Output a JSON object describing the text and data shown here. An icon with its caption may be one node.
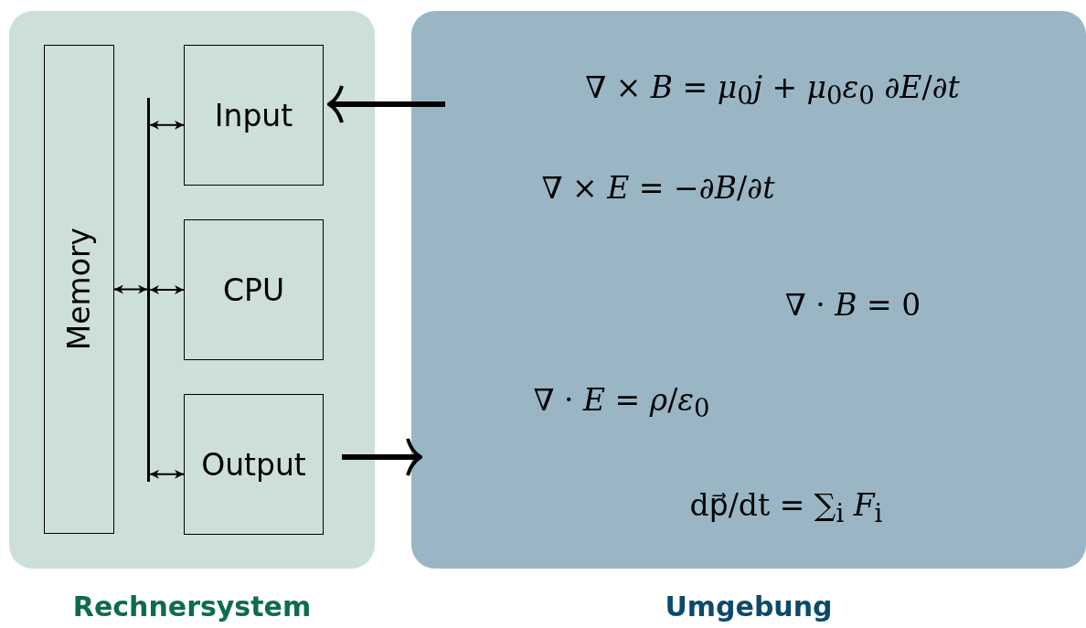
{
  "diagram": {
    "nodes": [
      {
        "text": [
          "Rechnersystem"
        ]
      },
      {
        "text": [
          "Umgebung"
        ]
      },
      {
        "text": [
          "Memory"
        ],
        "in": 0
      },
      {
        "text": [],
        "shape": "bar",
        "in": 0
      },
      {
        "text": [
          "Input"
        ],
        "in": 0
      },
      {
        "text": [
          "CPU"
        ],
        "in": 0
      },
      {
        "text": [
          "Output"
        ],
        "in": 0
      }
    ],
    "edges": [
      {
        "from": 2,
        "to": 3,
        "arrow": "both"
      },
      {
        "from": 3,
        "to": 4,
        "arrow": "both"
      },
      {
        "from": 3,
        "to": 5,
        "arrow": "both"
      },
      {
        "from": 3,
        "to": 6,
        "arrow": "both"
      },
      {
        "from": 1,
        "to": 4,
        "arrow": "to",
        "style": "thick"
      },
      {
        "from": 6,
        "to": 1,
        "arrow": "to",
        "style": "thick"
      }
    ],
    "labels": [
      "∇ × *B* = *μ*$_{0}$*j* + *μ*$_{0}$*ε*$_{0}$ ∂*E*/∂*t*",
      "∇ × *E* = −∂*B*/∂*t*",
      "∇ · *B* = 0",
      "∇ · *E* = *ρ*/*ε*$_{0}$",
      "dp⃗/dt = ∑$_{i}$ *F*$_{i}$"
    ]
  }
}
